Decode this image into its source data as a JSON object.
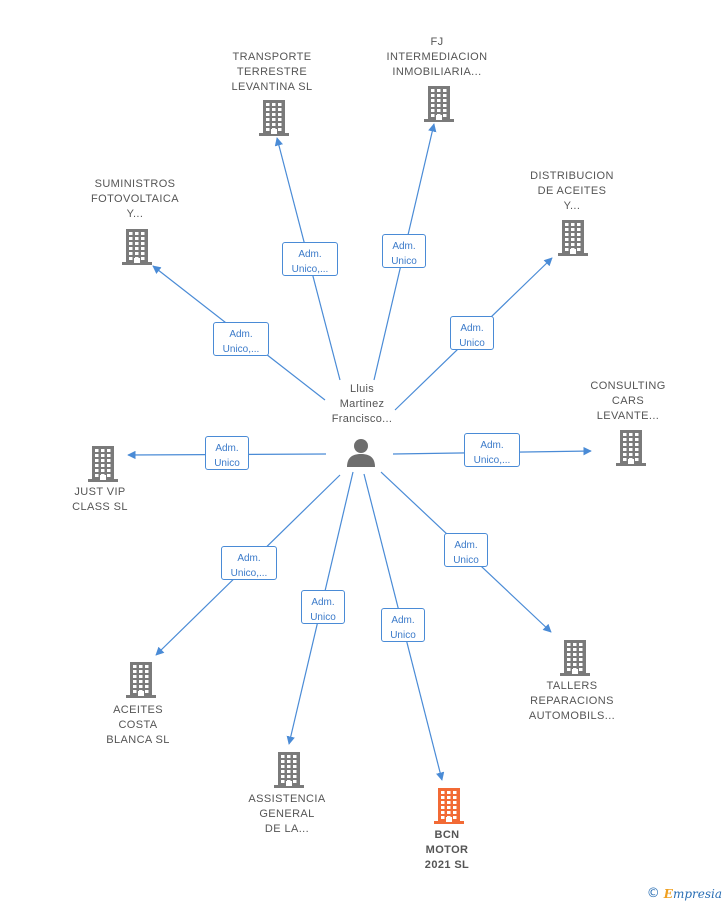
{
  "center": {
    "label": "Lluis\nMartinez\nFrancisco..."
  },
  "companies": [
    {
      "id": "transporte",
      "label": "TRANSPORTE\nTERRESTRE\nLEVANTINA  SL",
      "highlight": false,
      "role": "Adm.\nUnico,..."
    },
    {
      "id": "fj",
      "label": "FJ\nINTERMEDIACION\nINMOBILIARIA...",
      "highlight": false,
      "role": "Adm.\nUnico"
    },
    {
      "id": "suministros",
      "label": "SUMINISTROS\nFOTOVOLTAICA\nY...",
      "highlight": false,
      "role": "Adm.\nUnico,..."
    },
    {
      "id": "distribucion",
      "label": "DISTRIBUCION\nDE ACEITES\nY...",
      "highlight": false,
      "role": "Adm.\nUnico"
    },
    {
      "id": "consulting",
      "label": "CONSULTING\nCARS\nLEVANTE...",
      "highlight": false,
      "role": "Adm.\nUnico,..."
    },
    {
      "id": "justvip",
      "label": "JUST VIP\nCLASS  SL",
      "highlight": false,
      "role": "Adm.\nUnico"
    },
    {
      "id": "aceites",
      "label": "ACEITES\nCOSTA\nBLANCA  SL",
      "highlight": false,
      "role": "Adm.\nUnico,..."
    },
    {
      "id": "talleres",
      "label": "TALLERS\nREPARACIONS\nAUTOMOBILS...",
      "highlight": false,
      "role": "Adm.\nUnico"
    },
    {
      "id": "asistencia",
      "label": "ASSISTENCIA\nGENERAL\nDE LA...",
      "highlight": false,
      "role": "Adm.\nUnico"
    },
    {
      "id": "bcn",
      "label": "BCN\nMOTOR\n2021  SL",
      "highlight": true,
      "role": "Adm.\nUnico"
    }
  ],
  "colors": {
    "edge": "#4a8bd6",
    "building": "#7a7a7a",
    "building_highlight": "#f26a35",
    "person": "#6e6e6e"
  },
  "brand": {
    "copyright": "©",
    "name": "mpresia",
    "initial": "E"
  }
}
